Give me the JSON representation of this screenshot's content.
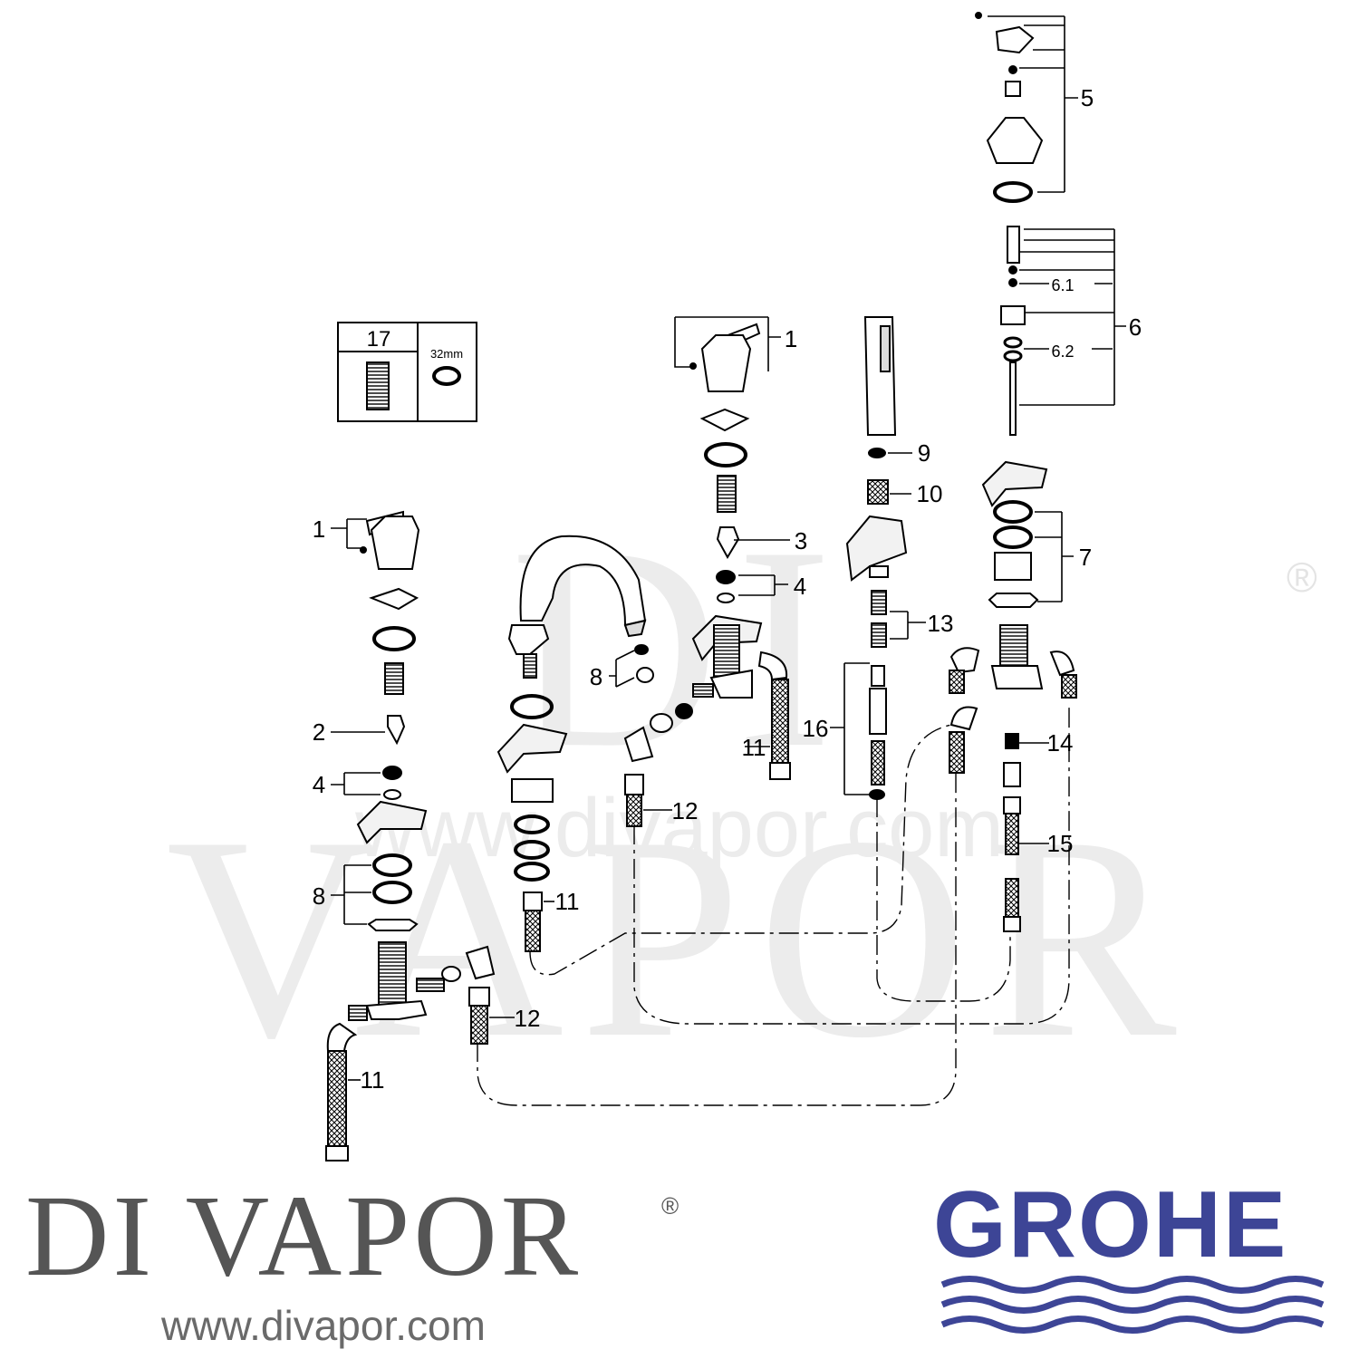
{
  "callouts": [
    "1",
    "1",
    "2",
    "3",
    "4",
    "4",
    "5",
    "6",
    "6.1",
    "6.2",
    "7",
    "8",
    "8",
    "9",
    "10",
    "11",
    "11",
    "11",
    "12",
    "12",
    "13",
    "14",
    "15",
    "16"
  ],
  "inset": {
    "part_number": "17",
    "size_label": "32mm"
  },
  "watermark": {
    "main": "DI VAPOR",
    "registered": "®",
    "url": "www.divapor.com"
  },
  "footer": {
    "brand": "DI VAPOR",
    "registered": "®",
    "url": "www.divapor.com",
    "manufacturer_logo": "GROHE",
    "manufacturer_color": "#3d4596"
  }
}
